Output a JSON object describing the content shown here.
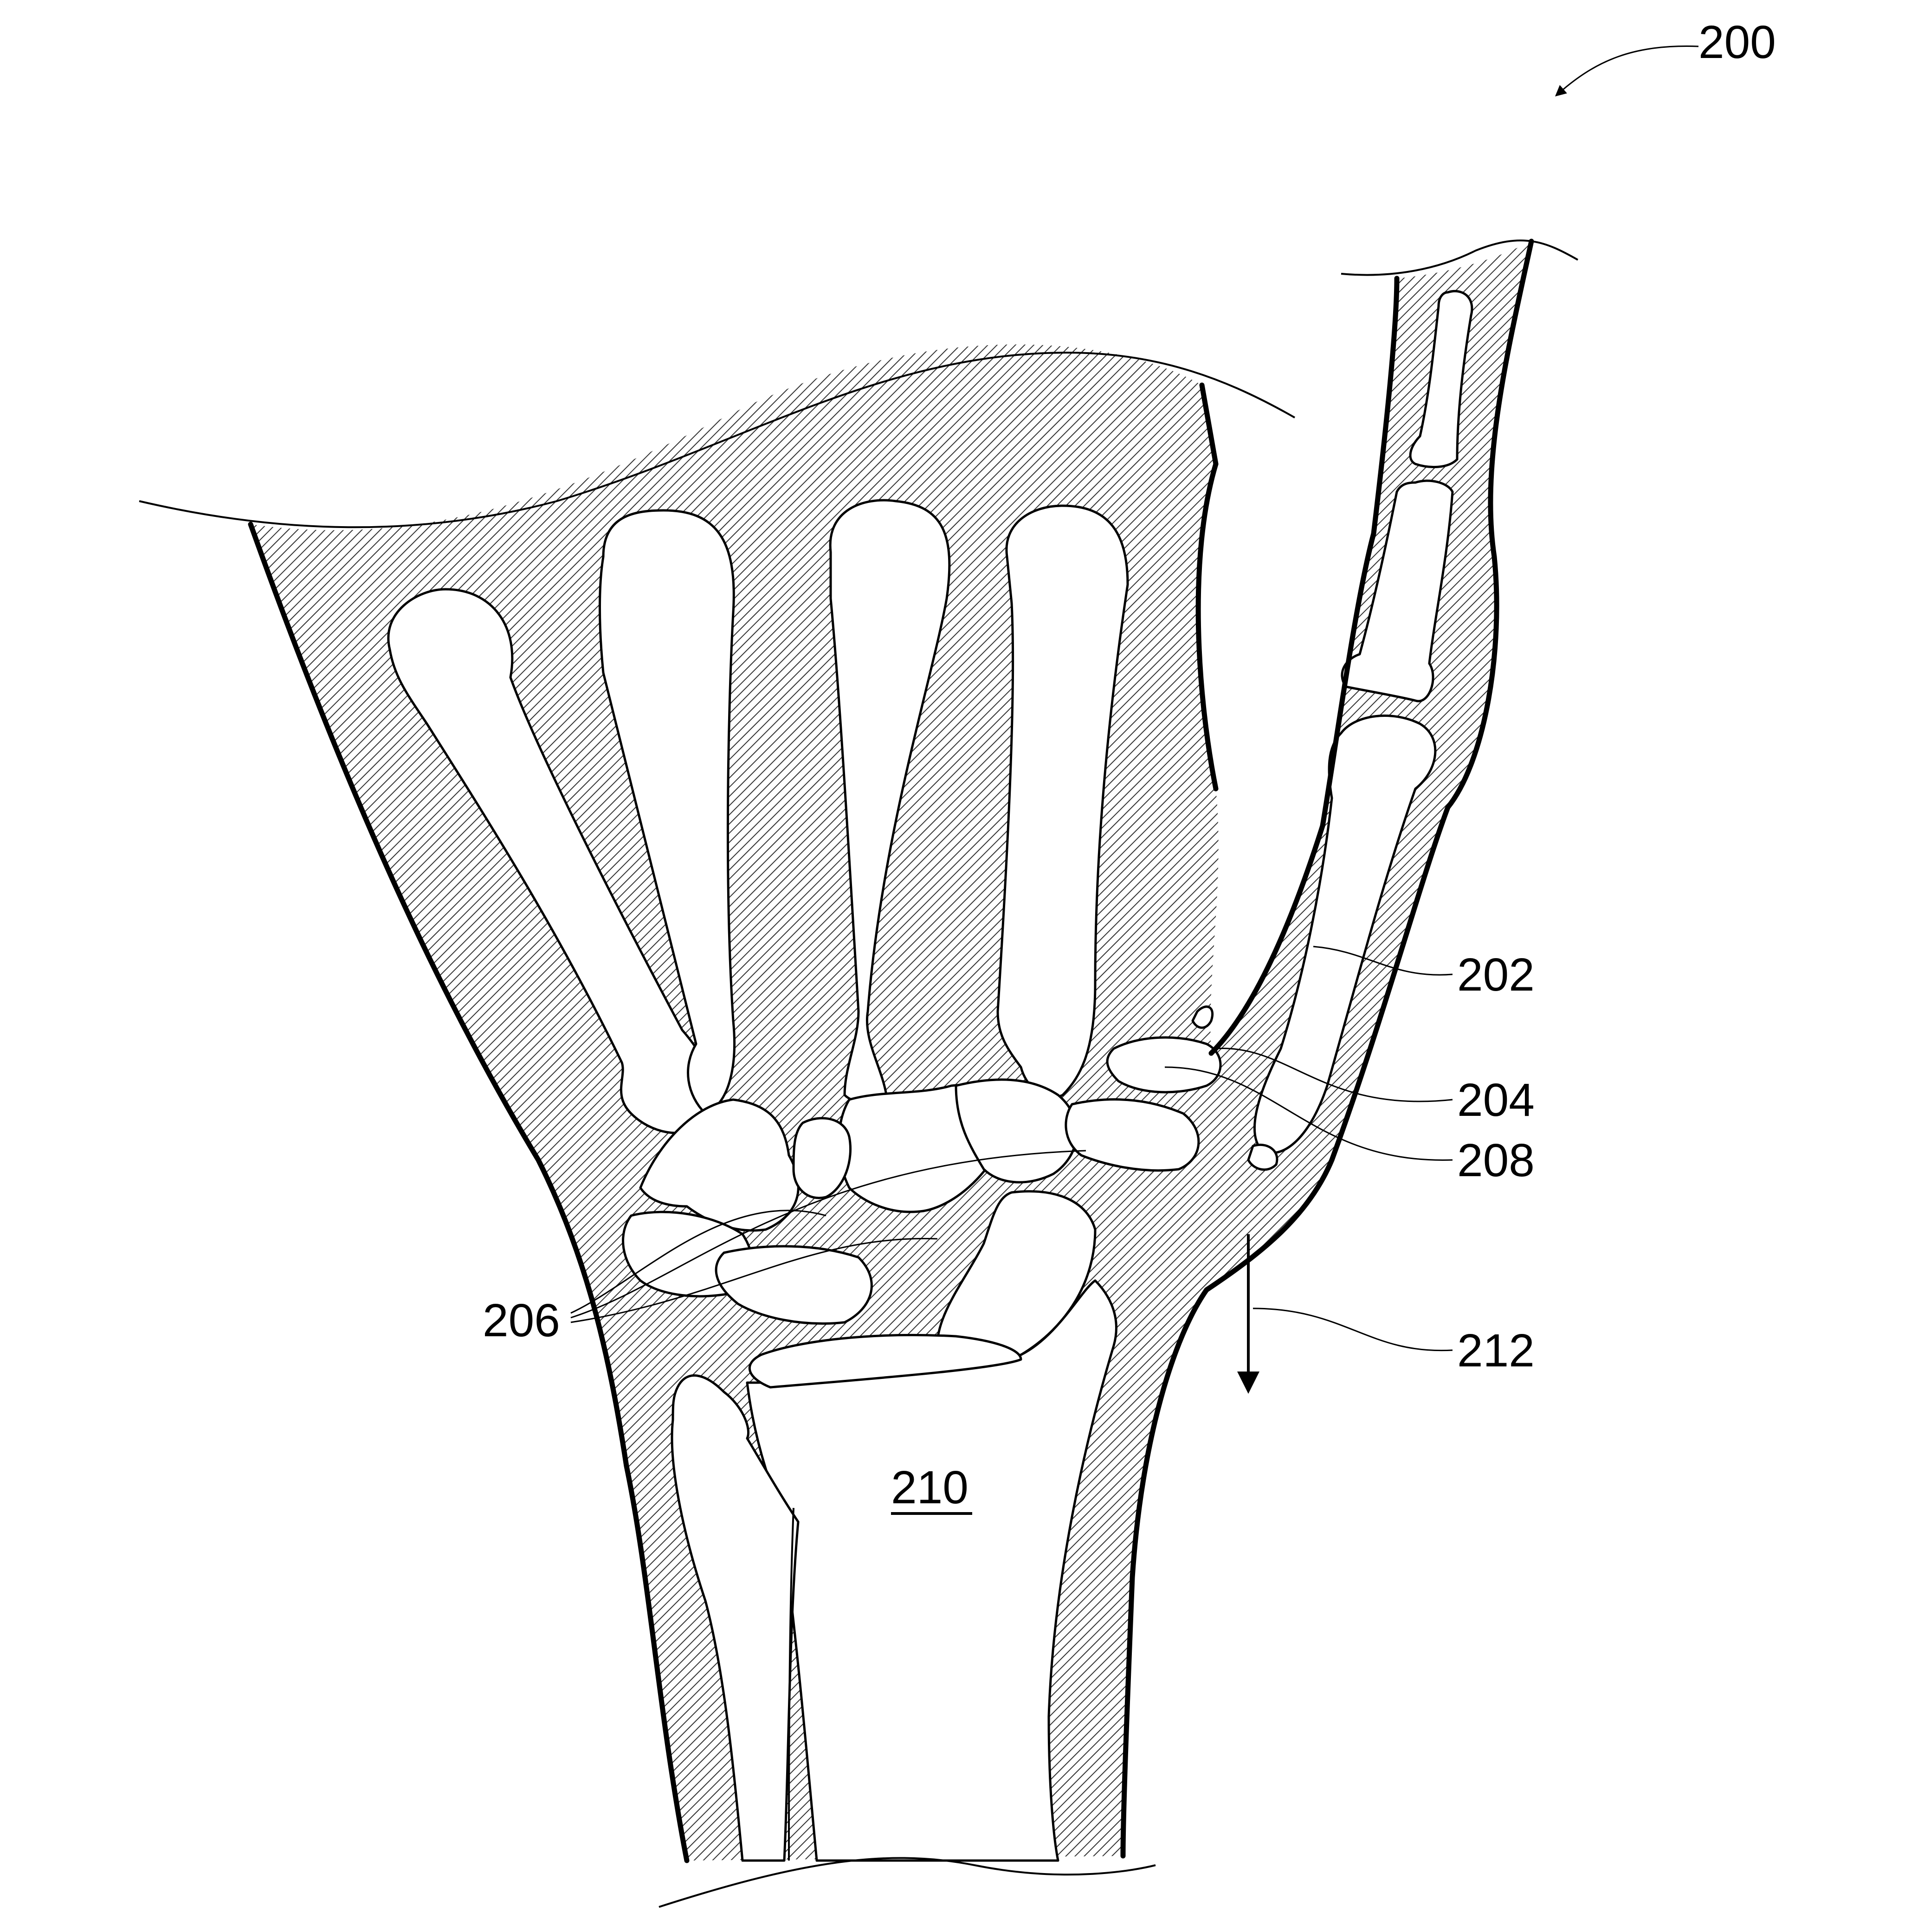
{
  "figure": {
    "ref_number": "200",
    "labels": {
      "l202": "202",
      "l204": "204",
      "l206": "206",
      "l208": "208",
      "l210": "210",
      "l212": "212"
    }
  }
}
